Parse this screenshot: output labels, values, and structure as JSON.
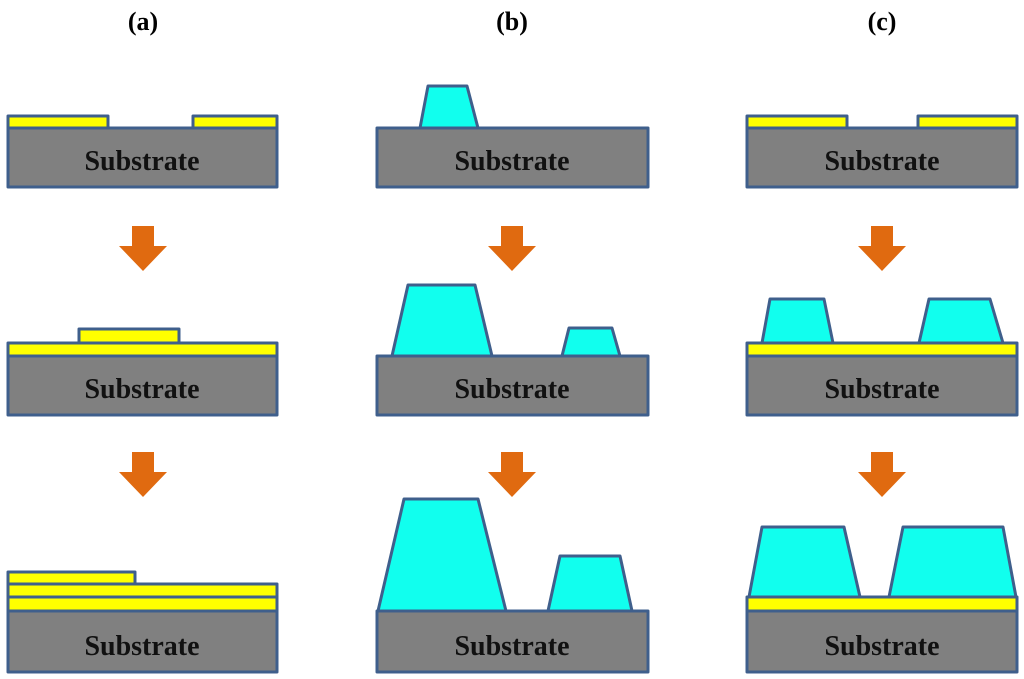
{
  "panels": [
    {
      "label": "(a)",
      "substrate_label": "Substrate",
      "steps": [
        {
          "layers": [
            {
              "material": "yellow-film-patterned"
            }
          ]
        },
        {
          "layers": [
            {
              "material": "yellow-film"
            },
            {
              "material": "yellow-film-patterned"
            }
          ]
        },
        {
          "layers": [
            {
              "material": "yellow-film"
            },
            {
              "material": "yellow-film"
            },
            {
              "material": "yellow-film-patterned"
            }
          ]
        }
      ]
    },
    {
      "label": "(b)",
      "substrate_label": "Substrate",
      "steps": [
        {
          "structures": [
            {
              "material": "cyan-block"
            }
          ]
        },
        {
          "structures": [
            {
              "material": "cyan-block"
            },
            {
              "material": "cyan-block"
            }
          ]
        },
        {
          "structures": [
            {
              "material": "cyan-block"
            },
            {
              "material": "cyan-block"
            }
          ]
        }
      ]
    },
    {
      "label": "(c)",
      "substrate_label": "Substrate",
      "steps": [
        {
          "layers": [
            {
              "material": "yellow-film-patterned"
            }
          ]
        },
        {
          "layers": [
            {
              "material": "yellow-film"
            }
          ],
          "structures": [
            {
              "material": "cyan-block"
            },
            {
              "material": "cyan-block"
            }
          ]
        },
        {
          "layers": [
            {
              "material": "yellow-film"
            }
          ],
          "structures": [
            {
              "material": "cyan-block"
            },
            {
              "material": "cyan-block"
            }
          ]
        }
      ]
    }
  ],
  "colors": {
    "substrate": "#808080",
    "outline": "#3f5f8c",
    "film": "#ffff00",
    "block": "#11ffee",
    "arrow": "#e06a10"
  },
  "icons": {
    "arrow": "down-arrow-icon"
  }
}
